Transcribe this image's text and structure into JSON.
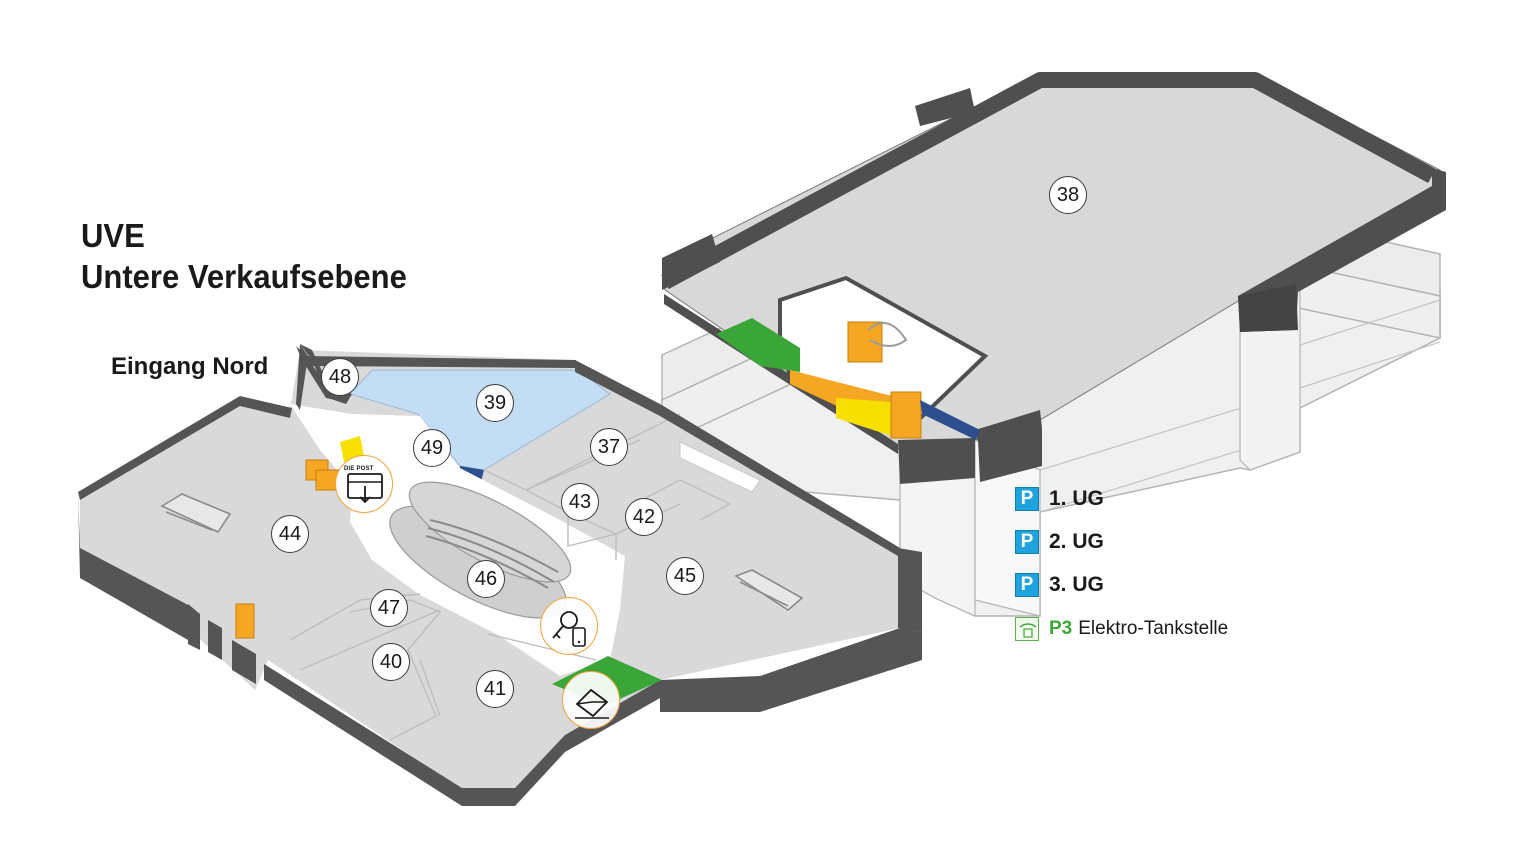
{
  "header": {
    "title_line1": "UVE",
    "title_line2": "Untere Verkaufsebene"
  },
  "entrance_label": "Eingang Nord",
  "shops": [
    "38",
    "39",
    "37",
    "48",
    "49",
    "43",
    "42",
    "44",
    "46",
    "45",
    "47",
    "40",
    "41"
  ],
  "services": {
    "post_label": "DIE POST"
  },
  "parking_legend": [
    {
      "icon": "P",
      "label": "1. UG"
    },
    {
      "icon": "P",
      "label": "2. UG"
    },
    {
      "icon": "P",
      "label": "3. UG"
    }
  ],
  "ev_charging": {
    "level": "P3",
    "label": "Elektro-Tankstelle",
    "icon": "ev-charging-icon"
  },
  "colors": {
    "floor": "#d9d9d9",
    "wall": "#555555",
    "walkway": "#ffffff",
    "shop_39_highlight": "#c3ddf4",
    "green_zone": "#3aa637",
    "elevator": "#f5a623",
    "yellow_zone": "#f7e000",
    "parking_blue": "#1ea3dc",
    "service_ring": "#f2a23a"
  }
}
